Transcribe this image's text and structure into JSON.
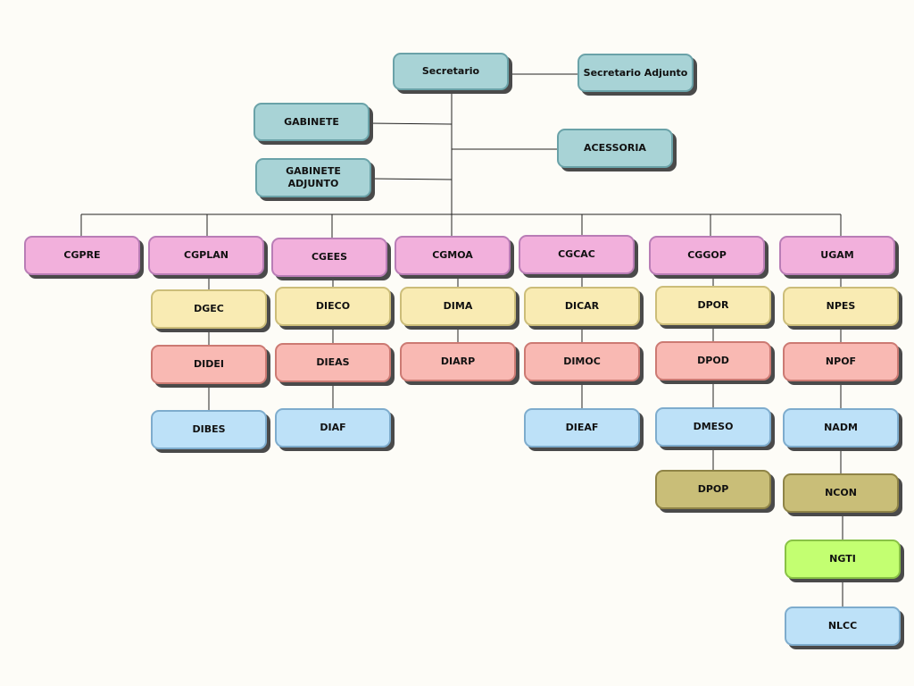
{
  "colors": {
    "background": "#fdfcf7",
    "line": "#222222",
    "teal": "#a8d3d6",
    "pink": "#f2b0dc",
    "yellow": "#f9ebb3",
    "salmon": "#f9b9b3",
    "blue": "#bde1f8",
    "olive": "#c9be78",
    "lime": "#c3ff71"
  },
  "top": {
    "secretario": "Secretario",
    "secretario_adjunto": "Secretario Adjunto",
    "gabinete": "GABINETE",
    "gabinete_adjunto": "GABINETE\nADJUNTO",
    "acessoria": "ACESSORIA"
  },
  "coordenacoes": [
    {
      "name": "CGPRE",
      "units": []
    },
    {
      "name": "CGPLAN",
      "units": [
        {
          "name": "DGEC",
          "color": "yellow"
        },
        {
          "name": "DIDEI",
          "color": "salmon"
        },
        {
          "name": "DIBES",
          "color": "blue"
        }
      ]
    },
    {
      "name": "CGEES",
      "units": [
        {
          "name": "DIECO",
          "color": "yellow"
        },
        {
          "name": "DIEAS",
          "color": "salmon"
        },
        {
          "name": "DIAF",
          "color": "blue"
        }
      ]
    },
    {
      "name": "CGMOA",
      "units": [
        {
          "name": "DIMA",
          "color": "yellow"
        },
        {
          "name": "DIARP",
          "color": "salmon"
        }
      ]
    },
    {
      "name": "CGCAC",
      "units": [
        {
          "name": "DICAR",
          "color": "yellow"
        },
        {
          "name": "DIMOC",
          "color": "salmon"
        },
        {
          "name": "DIEAF",
          "color": "blue"
        }
      ]
    },
    {
      "name": "CGGOP",
      "units": [
        {
          "name": "DPOR",
          "color": "yellow"
        },
        {
          "name": "DPOD",
          "color": "salmon"
        },
        {
          "name": "DMESO",
          "color": "blue"
        },
        {
          "name": "DPOP",
          "color": "olive"
        }
      ]
    },
    {
      "name": "UGAM",
      "units": [
        {
          "name": "NPES",
          "color": "yellow"
        },
        {
          "name": "NPOF",
          "color": "salmon"
        },
        {
          "name": "NADM",
          "color": "blue"
        },
        {
          "name": "NCON",
          "color": "olive"
        },
        {
          "name": "NGTI",
          "color": "lime"
        },
        {
          "name": "NLCC",
          "color": "blue"
        }
      ]
    }
  ]
}
